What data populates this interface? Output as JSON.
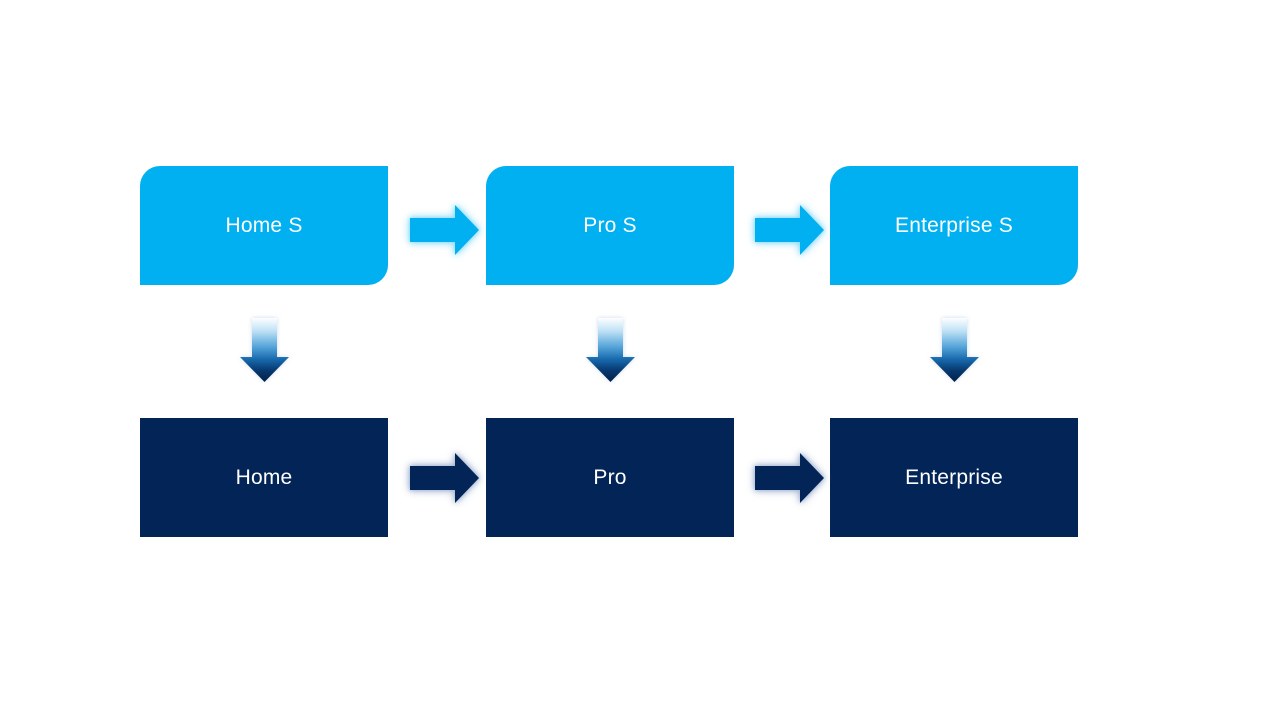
{
  "canvas": {
    "background": "#ffffff"
  },
  "colors": {
    "light_blue": "#00b0f0",
    "dark_navy": "#022456",
    "text": "#ffffff",
    "light_glow": "#8edcfa",
    "dark_glow": "#a6b6d2",
    "down_arrow_gradient": [
      "#fdfeff",
      "#bfe2f5",
      "#55a4d9",
      "#1668ac",
      "#07386f",
      "#022049"
    ]
  },
  "nodes": {
    "top_row": [
      {
        "label": "Home S"
      },
      {
        "label": "Pro S"
      },
      {
        "label": "Enterprise S"
      }
    ],
    "bottom_row": [
      {
        "label": "Home"
      },
      {
        "label": "Pro"
      },
      {
        "label": "Enterprise"
      }
    ]
  }
}
